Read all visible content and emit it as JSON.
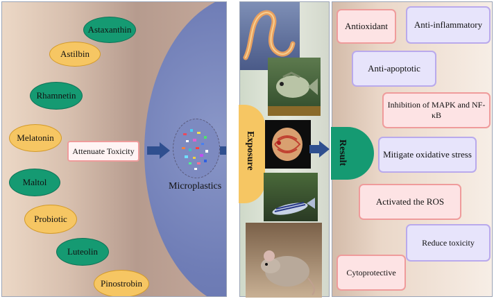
{
  "compounds": [
    {
      "label": "Astaxanthin",
      "color": "green"
    },
    {
      "label": "Astilbin",
      "color": "yellow"
    },
    {
      "label": "Rhamnetin",
      "color": "green"
    },
    {
      "label": "Melatonin",
      "color": "yellow"
    },
    {
      "label": "Maltol",
      "color": "green"
    },
    {
      "label": "Probiotic",
      "color": "yellow"
    },
    {
      "label": "Luteolin",
      "color": "green"
    },
    {
      "label": "Pinostrobin",
      "color": "yellow"
    }
  ],
  "attenuate_label": "Attenuate Toxicity",
  "microplastics_label": "Microplastics",
  "exposure_label": "Exposure",
  "result_label": "Result",
  "organisms": [
    "nematode-icon",
    "tilapia-icon",
    "discus-fish-icon",
    "zebrafish-icon",
    "mouse-icon"
  ],
  "results": [
    {
      "label": "Antioxidant",
      "style": "pink"
    },
    {
      "label": "Anti-inflammatory",
      "style": "lavender"
    },
    {
      "label": "Anti-apoptotic",
      "style": "lavender"
    },
    {
      "label": "Inhibition of MAPK and NF-κB",
      "style": "pink"
    },
    {
      "label": "Mitigate oxidative stress",
      "style": "lavender"
    },
    {
      "label": "Activated the ROS",
      "style": "pink"
    },
    {
      "label": "Reduce toxicity",
      "style": "lavender"
    },
    {
      "label": "Cytoprotective",
      "style": "pink"
    }
  ],
  "colors": {
    "green": "#159a72",
    "yellow": "#f6c663",
    "blue_arrow": "#2f4f8f",
    "circle": "#6f7db6"
  }
}
